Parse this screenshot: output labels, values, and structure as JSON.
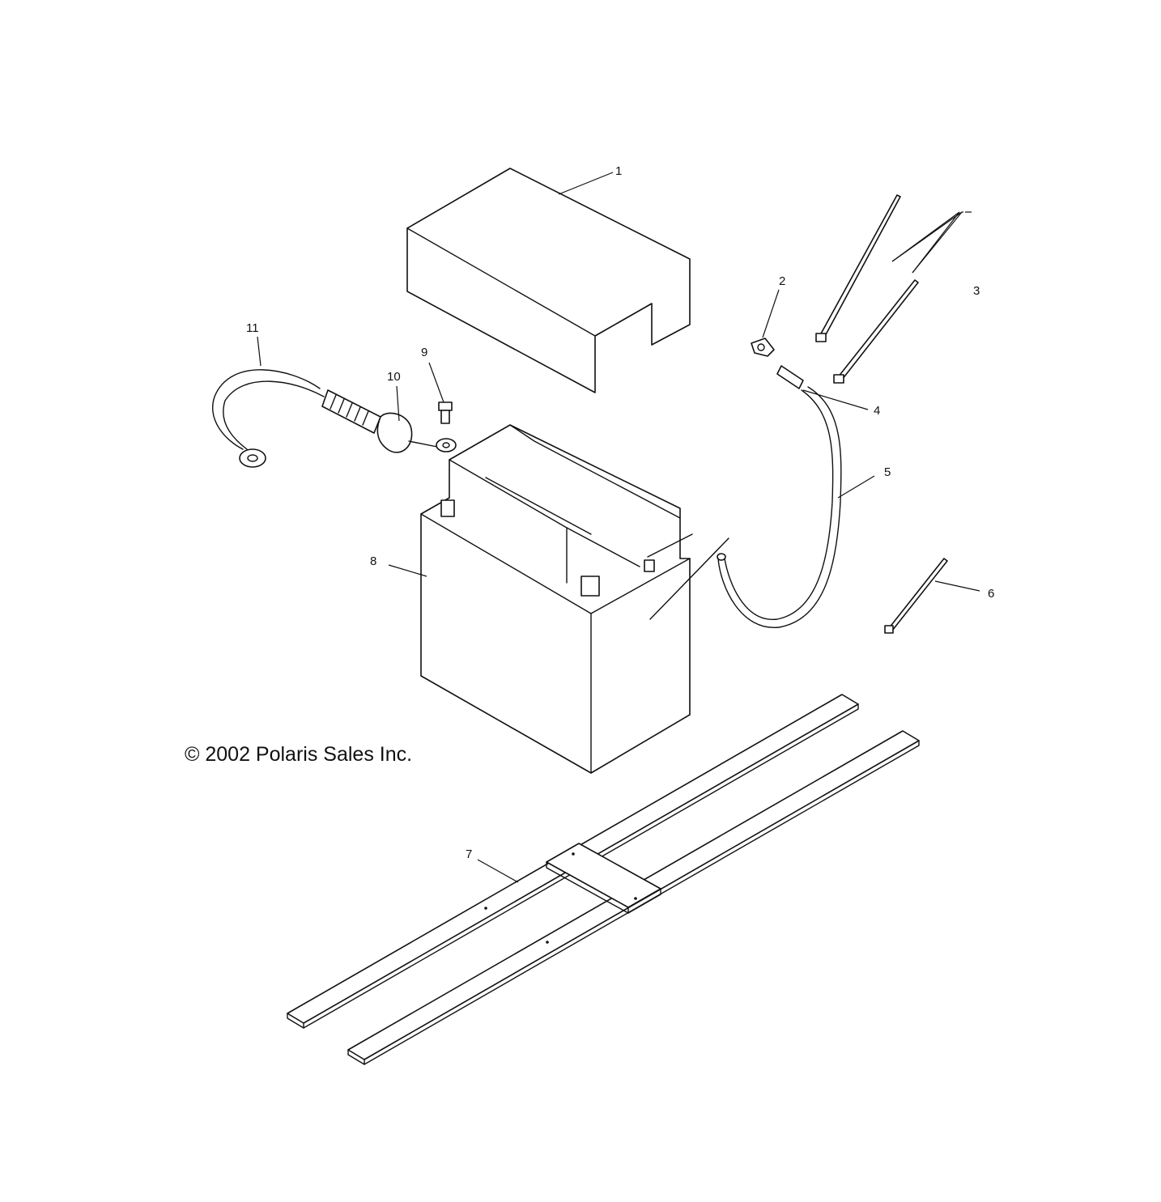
{
  "callouts": [
    "1",
    "2",
    "3",
    "4",
    "5",
    "6",
    "7",
    "8",
    "9",
    "10",
    "11"
  ],
  "copyright": "© 2002 Polaris Sales Inc."
}
